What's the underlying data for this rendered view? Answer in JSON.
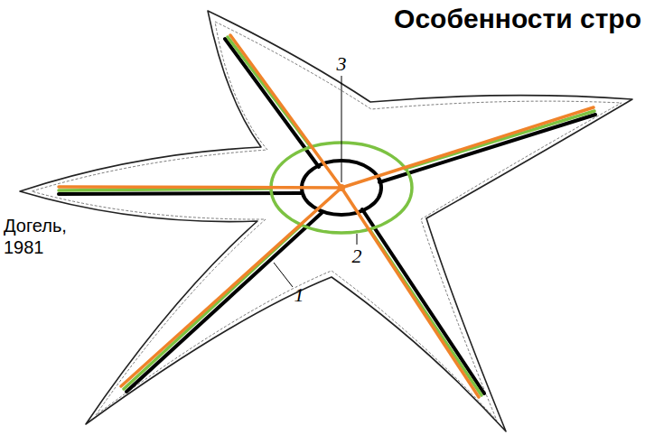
{
  "diagram": {
    "title": "Особенности стро",
    "labels": [
      "Догель, 1981",
      "3",
      "2",
      "1"
    ]
  }
}
